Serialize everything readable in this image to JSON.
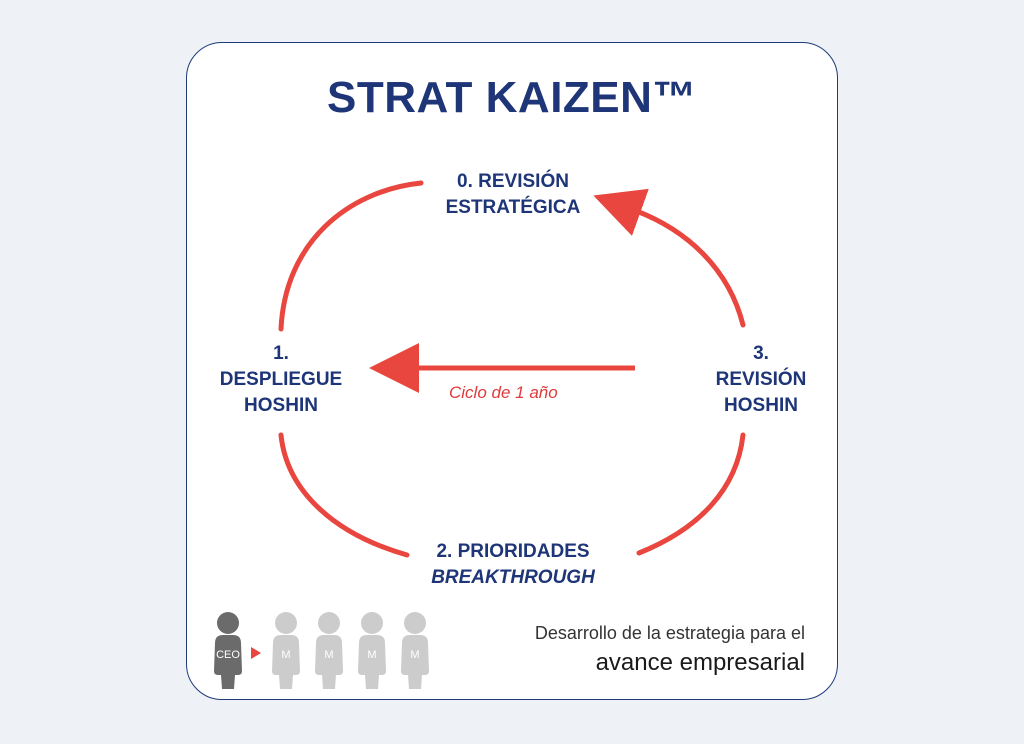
{
  "title": "STRAT KAIZEN™",
  "steps": {
    "step0": {
      "line1": "0. REVISIÓN",
      "line2": "ESTRATÉGICA"
    },
    "step1": {
      "line1": "1.",
      "line2": "DESPLIEGUE",
      "line3": "HOSHIN"
    },
    "step2": {
      "line1": "2. PRIORIDADES",
      "line2": "BREAKTHROUGH"
    },
    "step3": {
      "line1": "3.",
      "line2": "REVISIÓN",
      "line3": "HOSHIN"
    }
  },
  "cycle_label": "Ciclo de 1 año",
  "people": {
    "ceo_label": "CEO",
    "member_labels": [
      "M",
      "M",
      "M",
      "M"
    ]
  },
  "footer": {
    "line1": "Desarrollo de la estrategia para el",
    "line2": "avance empresarial"
  },
  "colors": {
    "title": "#1e3577",
    "arrows": "#e8463e",
    "ceo": "#6b6b6b",
    "members": "#cccccc",
    "border": "#1f3a7a"
  },
  "icons": [
    "ceo-person-icon",
    "manager-person-icon",
    "arrow-right-icon"
  ]
}
